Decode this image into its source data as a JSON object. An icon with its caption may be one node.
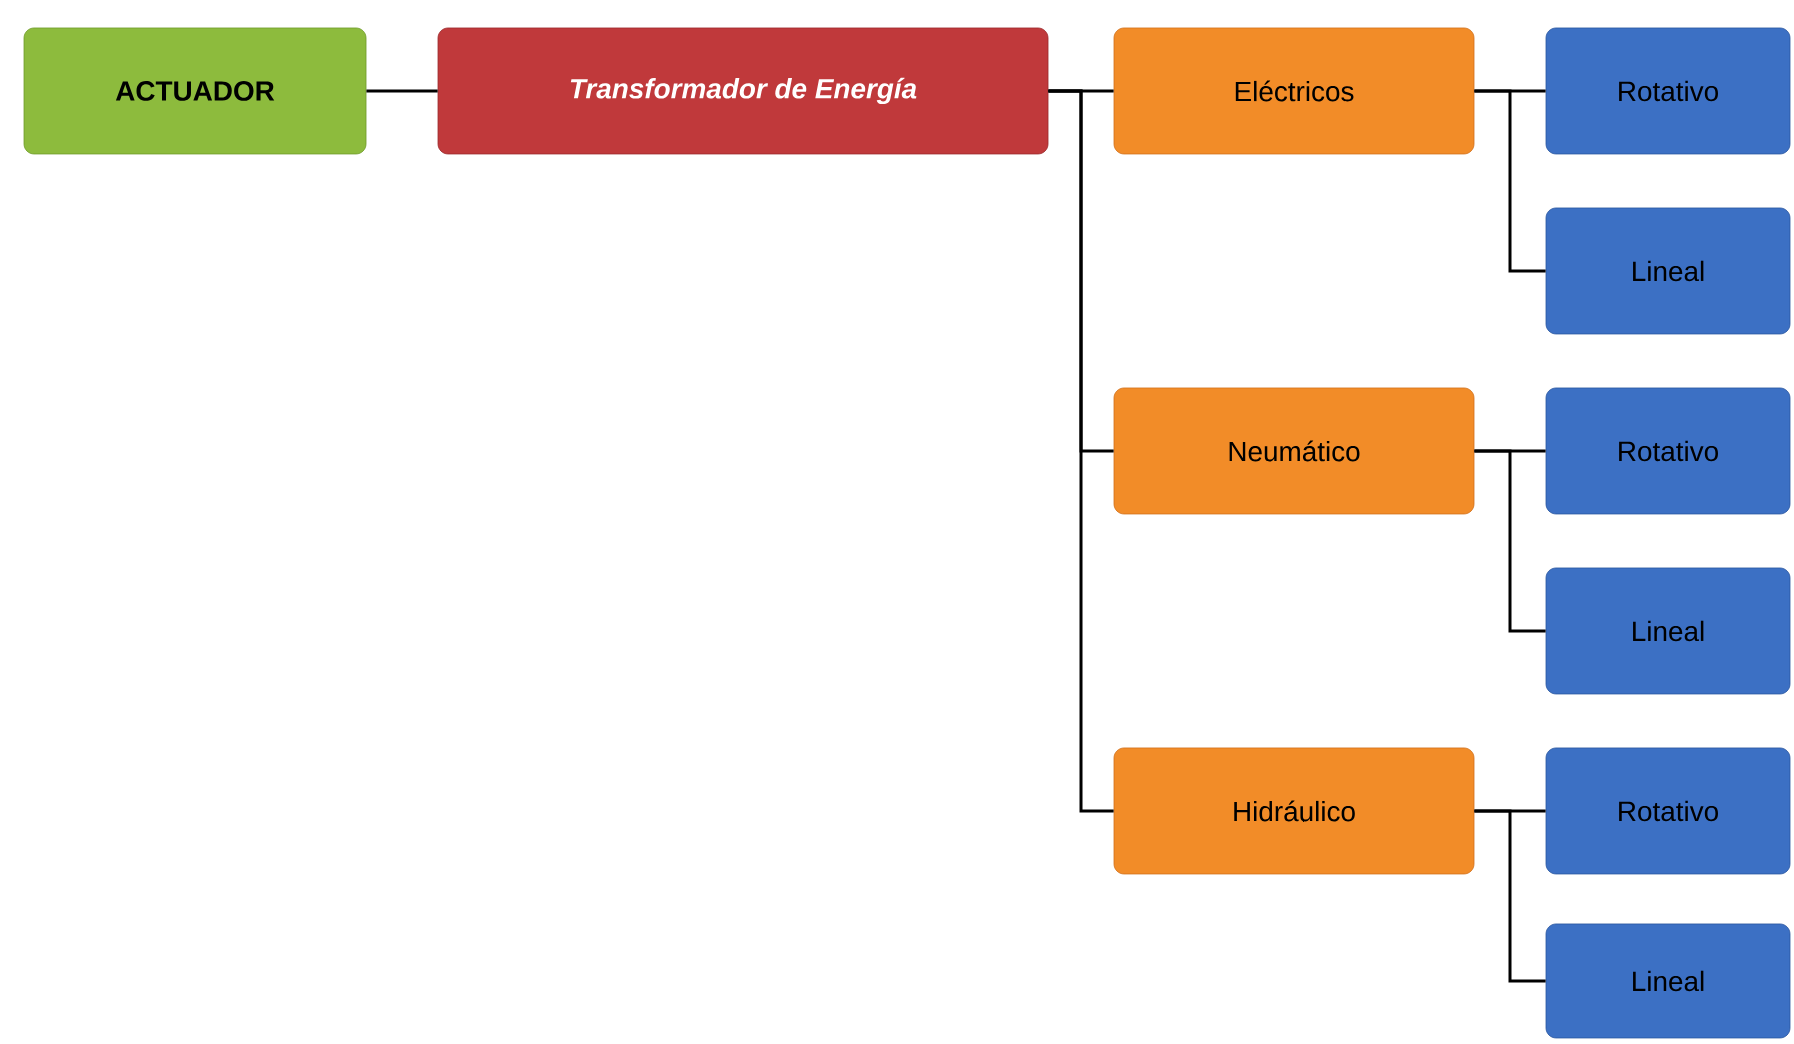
{
  "diagram": {
    "nodes": [
      {
        "text": [
          "ACTUADOR"
        ]
      },
      {
        "text": [
          "Transformador de Energía"
        ]
      },
      {
        "text": [
          "Eléctricos"
        ]
      },
      {
        "text": [
          "Neumático"
        ]
      },
      {
        "text": [
          "Hidráulico"
        ]
      },
      {
        "text": [
          "Rotativo"
        ]
      },
      {
        "text": [
          "Lineal"
        ]
      },
      {
        "text": [
          "Rotativo"
        ]
      },
      {
        "text": [
          "Lineal"
        ]
      },
      {
        "text": [
          "Rotativo"
        ]
      },
      {
        "text": [
          "Lineal"
        ]
      }
    ],
    "edges": [
      {
        "from": 0,
        "to": 1,
        "arrow": "none"
      },
      {
        "from": 1,
        "to": 2,
        "arrow": "none"
      },
      {
        "from": 1,
        "to": 3,
        "arrow": "none"
      },
      {
        "from": 1,
        "to": 4,
        "arrow": "none"
      },
      {
        "from": 2,
        "to": 5,
        "arrow": "none"
      },
      {
        "from": 2,
        "to": 6,
        "arrow": "none"
      },
      {
        "from": 3,
        "to": 7,
        "arrow": "none"
      },
      {
        "from": 3,
        "to": 8,
        "arrow": "none"
      },
      {
        "from": 4,
        "to": 9,
        "arrow": "none"
      },
      {
        "from": 4,
        "to": 10,
        "arrow": "none"
      }
    ]
  }
}
